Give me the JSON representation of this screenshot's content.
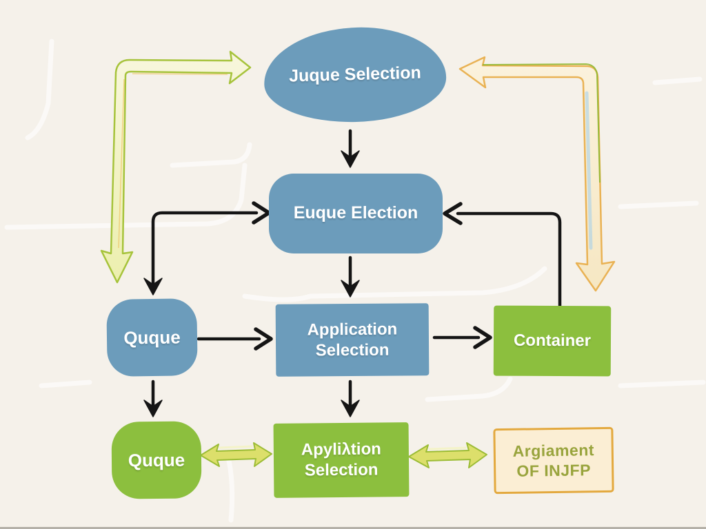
{
  "diagram": {
    "background_color": "#f5f1ea",
    "colors": {
      "node_blue": "#6c9cbb",
      "node_green": "#8cbf3e",
      "note_fill": "#fbeed4",
      "note_border": "#e3a93f",
      "note_text": "#99a43d",
      "connector_black": "#151515",
      "big_left_arrow_fill": "#f2f3c6",
      "big_left_arrow_stroke": "#a6c33b",
      "big_right_arrow_fill": "#f9eed6",
      "big_right_arrow_stroke": "#e9b254",
      "double_arrow_fill": "#dcdf6b",
      "double_arrow_stroke": "#9cbc36"
    },
    "nodes": {
      "queue_selection": {
        "label": "Juque Selection",
        "shape": "ellipse",
        "color": "blue"
      },
      "queue_election": {
        "label": "Euque Election",
        "shape": "rounded-rect",
        "color": "blue"
      },
      "queue_blue": {
        "label": "Quque",
        "shape": "rounded-square",
        "color": "blue"
      },
      "application_selection": {
        "label": "Application Selection",
        "shape": "rect",
        "color": "blue"
      },
      "container": {
        "label": "Container",
        "shape": "rect",
        "color": "green"
      },
      "queue_green": {
        "label": "Quque",
        "shape": "rounded-square",
        "color": "green"
      },
      "application_selection_2": {
        "label": "Apyliλtion Selection",
        "shape": "rect",
        "color": "green"
      },
      "argument_note": {
        "label": "Argiament OF INJFP",
        "line1": "Argiament",
        "line2": "OF INJFP",
        "shape": "note-rect",
        "color": "tan"
      }
    },
    "edges": [
      {
        "from": "queue_selection",
        "to": "queue_election",
        "style": "black-arrow",
        "direction": "down"
      },
      {
        "from": "queue_election",
        "to": "application_selection",
        "style": "black-arrow",
        "direction": "down"
      },
      {
        "from": "queue_blue",
        "to": "queue_election",
        "style": "black-elbow-arrow",
        "direction": "double-headed (right into box, down into Quque)"
      },
      {
        "from": "container",
        "to": "queue_election",
        "style": "black-elbow-arrow",
        "direction": "up-then-left"
      },
      {
        "from": "queue_blue",
        "to": "application_selection",
        "style": "black-arrow",
        "direction": "right"
      },
      {
        "from": "application_selection",
        "to": "container",
        "style": "black-arrow",
        "direction": "right"
      },
      {
        "from": "queue_blue",
        "to": "queue_green",
        "style": "black-arrow",
        "direction": "down"
      },
      {
        "from": "application_selection",
        "to": "application_selection_2",
        "style": "black-arrow",
        "direction": "down"
      },
      {
        "from": "queue_selection",
        "to": "left-margin",
        "style": "big-yellow-green-elbow-arrow",
        "direction": "double-headed (right at top, down at bottom)"
      },
      {
        "from": "queue_selection",
        "to": "right-margin",
        "style": "big-tan-elbow-arrow",
        "direction": "double-headed (left at top, down at bottom)"
      },
      {
        "from": "queue_green",
        "to": "application_selection_2",
        "style": "green-double-arrow",
        "direction": "both"
      },
      {
        "from": "application_selection_2",
        "to": "argument_note",
        "style": "green-double-arrow",
        "direction": "both"
      }
    ]
  }
}
